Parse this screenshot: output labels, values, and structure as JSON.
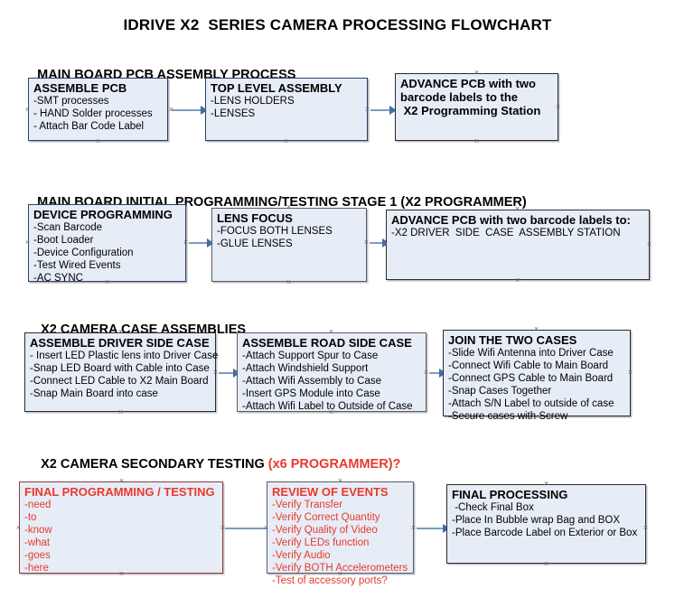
{
  "document": {
    "title": "IDRIVE X2  SERIES CAMERA PROCESSING FLOWCHART"
  },
  "colors": {
    "node_fill": "#e7edf6",
    "node_border_blue": "#2c3f6b",
    "node_border_gray": "#5b5b63",
    "node_border_black": "#2a2a2a",
    "node_border_red": "#8c3a3a",
    "connector": "#7b9cc4",
    "arrowhead": "#3f6ea8",
    "accent_red": "#e8392f",
    "text": "#000000"
  },
  "sections": [
    {
      "title": "MAIN BOARD PCB ASSEMBLY PROCESS",
      "title_red": "",
      "nodes": [
        {
          "header": "ASSEMBLE PCB",
          "items": [
            "-SMT processes",
            "- HAND Solder processes",
            "- Attach Bar Code Label"
          ]
        },
        {
          "header": "TOP LEVEL ASSEMBLY",
          "items": [
            "-LENS HOLDERS",
            "-LENSES"
          ]
        },
        {
          "header": "ADVANCE PCB with two",
          "items": [
            "barcode labels to the",
            " X2 Programming Station"
          ]
        }
      ]
    },
    {
      "title": "MAIN BOARD INITIAL PROGRAMMING/TESTING STAGE 1 (X2 PROGRAMMER)",
      "title_red": "",
      "nodes": [
        {
          "header": "DEVICE PROGRAMMING",
          "items": [
            "-Scan Barcode",
            "-Boot Loader",
            "-Device Configuration",
            "-Test Wired Events",
            "-AC SYNC"
          ]
        },
        {
          "header": "LENS FOCUS",
          "items": [
            "-FOCUS BOTH LENSES",
            "-GLUE LENSES"
          ]
        },
        {
          "header": "ADVANCE PCB with two barcode labels to:",
          "items": [
            "-X2 DRIVER  SIDE  CASE  ASSEMBLY STATION"
          ]
        }
      ]
    },
    {
      "title": "X2 CAMERA CASE ASSEMBLIES",
      "title_red": "",
      "nodes": [
        {
          "header": "ASSEMBLE DRIVER SIDE CASE",
          "items": [
            "- Insert LED Plastic lens into Driver Case",
            "-Snap LED Board with Cable into Case",
            "-Connect LED Cable to X2 Main Board",
            "-Snap Main Board into case"
          ]
        },
        {
          "header": "ASSEMBLE ROAD SIDE CASE",
          "items": [
            "-Attach Support Spur to Case",
            "-Attach Windshield Support",
            "-Attach Wifi Assembly to Case",
            "-Insert GPS Module into Case",
            "-Attach Wifi Label to Outside of Case"
          ]
        },
        {
          "header": "JOIN THE TWO CASES",
          "items": [
            "-Slide Wifi Antenna into Driver Case",
            "-Connect Wifi Cable to Main Board",
            "-Connect GPS Cable to Main Board",
            "-Snap Cases Together",
            "-Attach S/N Label to outside of case",
            "-Secure cases with Screw"
          ]
        }
      ]
    },
    {
      "title": "X2 CAMERA SECONDARY TESTING ",
      "title_red": "(x6 PROGRAMMER)?",
      "nodes": [
        {
          "header": "FINAL PROGRAMMING / TESTING",
          "items": [
            "-need",
            "-to",
            "-know",
            "-what",
            "-goes",
            "-here"
          ]
        },
        {
          "header": "REVIEW OF EVENTS",
          "items": [
            "-Verify Transfer",
            "-Verify Correct Quantity",
            "-Verify Quality of Video",
            "-Verify LEDs function",
            "-Verify Audio",
            "-Verify BOTH Accelerometers",
            "-Test of accessory ports?"
          ]
        },
        {
          "header": "FINAL PROCESSING",
          "items": [
            " -Check Final Box",
            "-Place In Bubble wrap Bag and BOX",
            "-Place Barcode Label on Exterior or Box"
          ]
        }
      ]
    }
  ]
}
